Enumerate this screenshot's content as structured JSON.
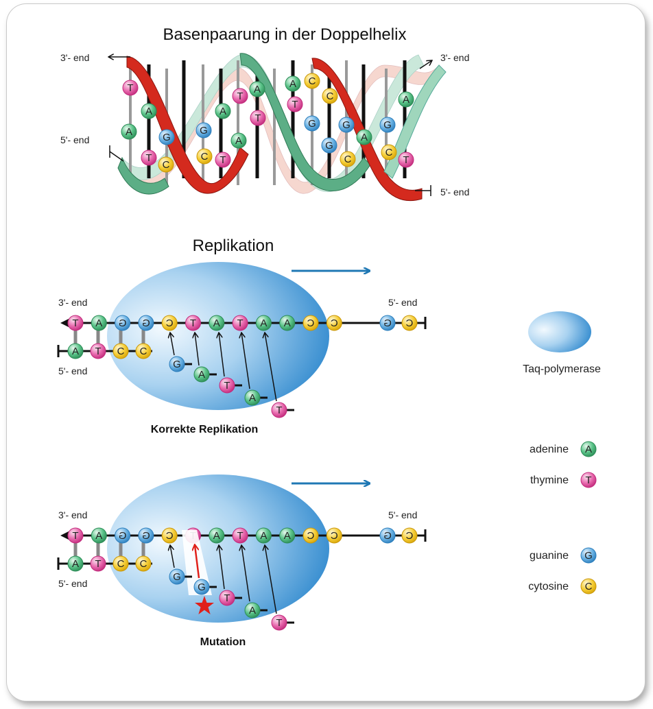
{
  "helix": {
    "title": "Basenpaarung in der Doppelhelix",
    "label_3end_left": "3'- end",
    "label_5end_left": "5'- end",
    "label_3end_right": "3'- end",
    "label_5end_right": "5'- end"
  },
  "replication": {
    "title": "Replikation",
    "panels": [
      {
        "caption": "Korrekte Replikation",
        "label_3end": "3'- end",
        "label_5end": "5'- end",
        "label_5end_right": "5'- end"
      },
      {
        "caption": "Mutation",
        "label_3end": "3'- end",
        "label_5end": "5'- end",
        "label_5end_right": "5'- end"
      }
    ],
    "template_bases": [
      "T",
      "A",
      "G",
      "G",
      "C",
      "T",
      "A",
      "T",
      "A",
      "A",
      "C",
      "C"
    ],
    "template_end_bases": [
      "G",
      "C"
    ],
    "synth_bases": [
      "A",
      "T",
      "C",
      "C"
    ],
    "incoming_correct": [
      "G",
      "A",
      "T",
      "A",
      "T"
    ],
    "incoming_mutation": [
      "G",
      "G",
      "T",
      "A",
      "T"
    ]
  },
  "legend": {
    "enzyme": "Taq-polymerase",
    "items": [
      {
        "name": "adenine",
        "letter": "A"
      },
      {
        "name": "thymine",
        "letter": "T"
      },
      {
        "name": "guanine",
        "letter": "G"
      },
      {
        "name": "cytosine",
        "letter": "C"
      }
    ]
  },
  "colors": {
    "adenine": "#3fae6e",
    "thymine": "#e0449a",
    "guanine": "#4a9bd6",
    "cytosine": "#f2c21a",
    "strand_red": "#d42a1e",
    "strand_green": "#5cae86",
    "arrow_blue": "#1f78b4",
    "mutation_red": "#e0201a"
  }
}
